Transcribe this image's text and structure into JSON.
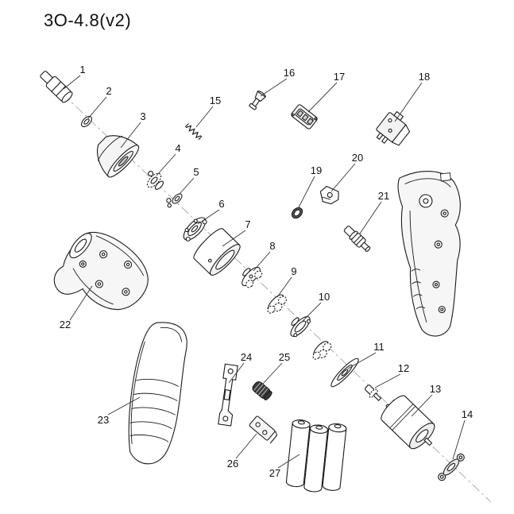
{
  "title": "3O-4.8(v2)",
  "labels": [
    "1",
    "2",
    "3",
    "4",
    "5",
    "6",
    "7",
    "8",
    "9",
    "10",
    "11",
    "12",
    "13",
    "14",
    "15",
    "16",
    "17",
    "18",
    "19",
    "20",
    "21",
    "22",
    "23",
    "24",
    "25",
    "26",
    "27"
  ],
  "colors": {
    "background": "#ffffff",
    "line": "#1a1a1a",
    "shade": "#ededed",
    "dark": "#3a3a3a"
  }
}
